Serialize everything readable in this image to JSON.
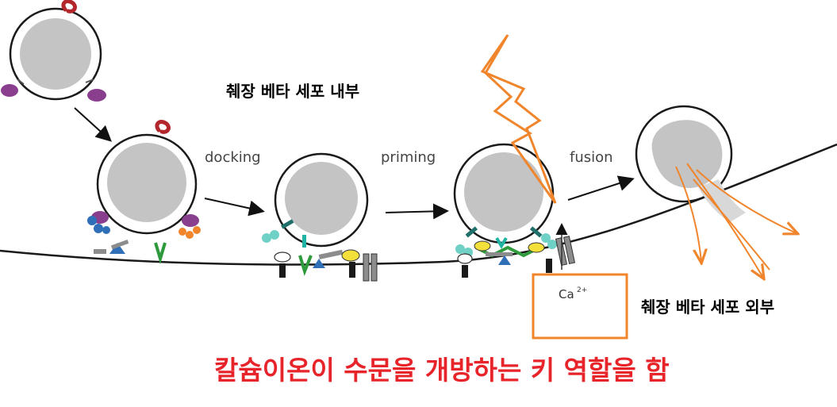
{
  "labels": {
    "inside": "췌장 베타 세포 내부",
    "outside": "췌장 베타 세포 외부",
    "docking": "docking",
    "priming": "priming",
    "fusion": "fusion",
    "calcium": "Ca",
    "calcium_charge": "2+",
    "caption": "칼슘이온이 수문을 개방하는 키 역할을 함"
  },
  "colors": {
    "membrane": "#1a1a1a",
    "vesicle_fill": "#c4c4c4",
    "accent_orange": "#f0852b",
    "caption_red": "#e8242b",
    "protein_purple": "#8a3f8e",
    "protein_red": "#b3262c",
    "protein_blue": "#2f6fb8",
    "protein_green": "#2f9a3c",
    "protein_teal": "#1f6f6a",
    "protein_gray": "#8c8c8c"
  }
}
